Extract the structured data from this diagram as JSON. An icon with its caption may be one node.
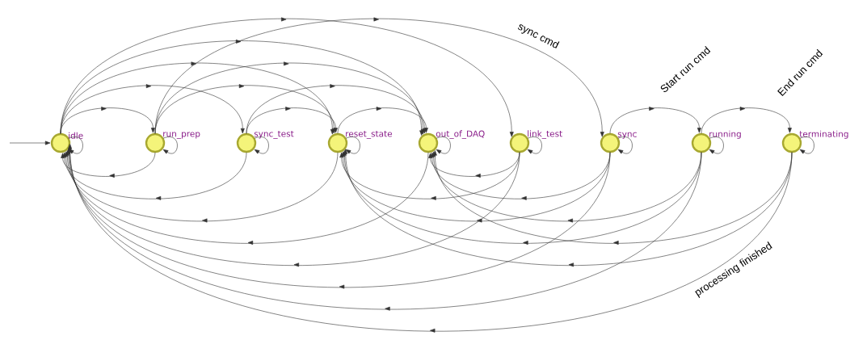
{
  "diagram": {
    "nodes": [
      {
        "text": [
          "idle"
        ]
      },
      {
        "text": [
          "run_prep"
        ]
      },
      {
        "text": [
          "sync_test"
        ]
      },
      {
        "text": [
          "reset_state"
        ]
      },
      {
        "text": [
          "out_of_DAQ"
        ]
      },
      {
        "text": [
          "link_test"
        ]
      },
      {
        "text": [
          "sync"
        ]
      },
      {
        "text": [
          "running"
        ]
      },
      {
        "text": [
          "terminating"
        ]
      }
    ],
    "edges": [
      {
        "from": null,
        "to": 0,
        "arrow": "to"
      },
      {
        "from": 0,
        "to": 0,
        "arrow": "to"
      },
      {
        "from": 1,
        "to": 1,
        "arrow": "to"
      },
      {
        "from": 2,
        "to": 2,
        "arrow": "to"
      },
      {
        "from": 3,
        "to": 3,
        "arrow": "to"
      },
      {
        "from": 4,
        "to": 4,
        "arrow": "to"
      },
      {
        "from": 5,
        "to": 5,
        "arrow": "to"
      },
      {
        "from": 6,
        "to": 6,
        "arrow": "to"
      },
      {
        "from": 7,
        "to": 7,
        "arrow": "to"
      },
      {
        "from": 8,
        "to": 8,
        "arrow": "to"
      },
      {
        "from": 0,
        "to": 1,
        "arrow": "to"
      },
      {
        "from": 0,
        "to": 2,
        "arrow": "to"
      },
      {
        "from": 0,
        "to": 3,
        "arrow": "to"
      },
      {
        "from": 0,
        "to": 4,
        "arrow": "to"
      },
      {
        "from": 0,
        "to": 5,
        "arrow": "to"
      },
      {
        "from": 1,
        "to": 3,
        "arrow": "to"
      },
      {
        "from": 1,
        "to": 4,
        "arrow": "to"
      },
      {
        "from": 1,
        "to": 6,
        "arrow": "to",
        "label": "sync cmd"
      },
      {
        "from": 2,
        "to": 3,
        "arrow": "to"
      },
      {
        "from": 2,
        "to": 4,
        "arrow": "to"
      },
      {
        "from": 3,
        "to": 4,
        "arrow": "to"
      },
      {
        "from": 6,
        "to": 7,
        "arrow": "to",
        "label": "Start run cmd"
      },
      {
        "from": 7,
        "to": 8,
        "arrow": "to",
        "label": "End run cmd"
      },
      {
        "from": 1,
        "to": 0,
        "arrow": "to"
      },
      {
        "from": 2,
        "to": 0,
        "arrow": "to"
      },
      {
        "from": 3,
        "to": 0,
        "arrow": "to"
      },
      {
        "from": 4,
        "to": 0,
        "arrow": "to"
      },
      {
        "from": 5,
        "to": 0,
        "arrow": "to"
      },
      {
        "from": 6,
        "to": 0,
        "arrow": "to"
      },
      {
        "from": 7,
        "to": 0,
        "arrow": "to"
      },
      {
        "from": 8,
        "to": 0,
        "arrow": "to",
        "label": "processing finished"
      },
      {
        "from": 5,
        "to": 3,
        "arrow": "to"
      },
      {
        "from": 6,
        "to": 3,
        "arrow": "to"
      },
      {
        "from": 7,
        "to": 3,
        "arrow": "to"
      },
      {
        "from": 8,
        "to": 3,
        "arrow": "to"
      },
      {
        "from": 5,
        "to": 4,
        "arrow": "to"
      },
      {
        "from": 6,
        "to": 4,
        "arrow": "to"
      },
      {
        "from": 7,
        "to": 4,
        "arrow": "to"
      },
      {
        "from": 8,
        "to": 4,
        "arrow": "to"
      }
    ]
  }
}
